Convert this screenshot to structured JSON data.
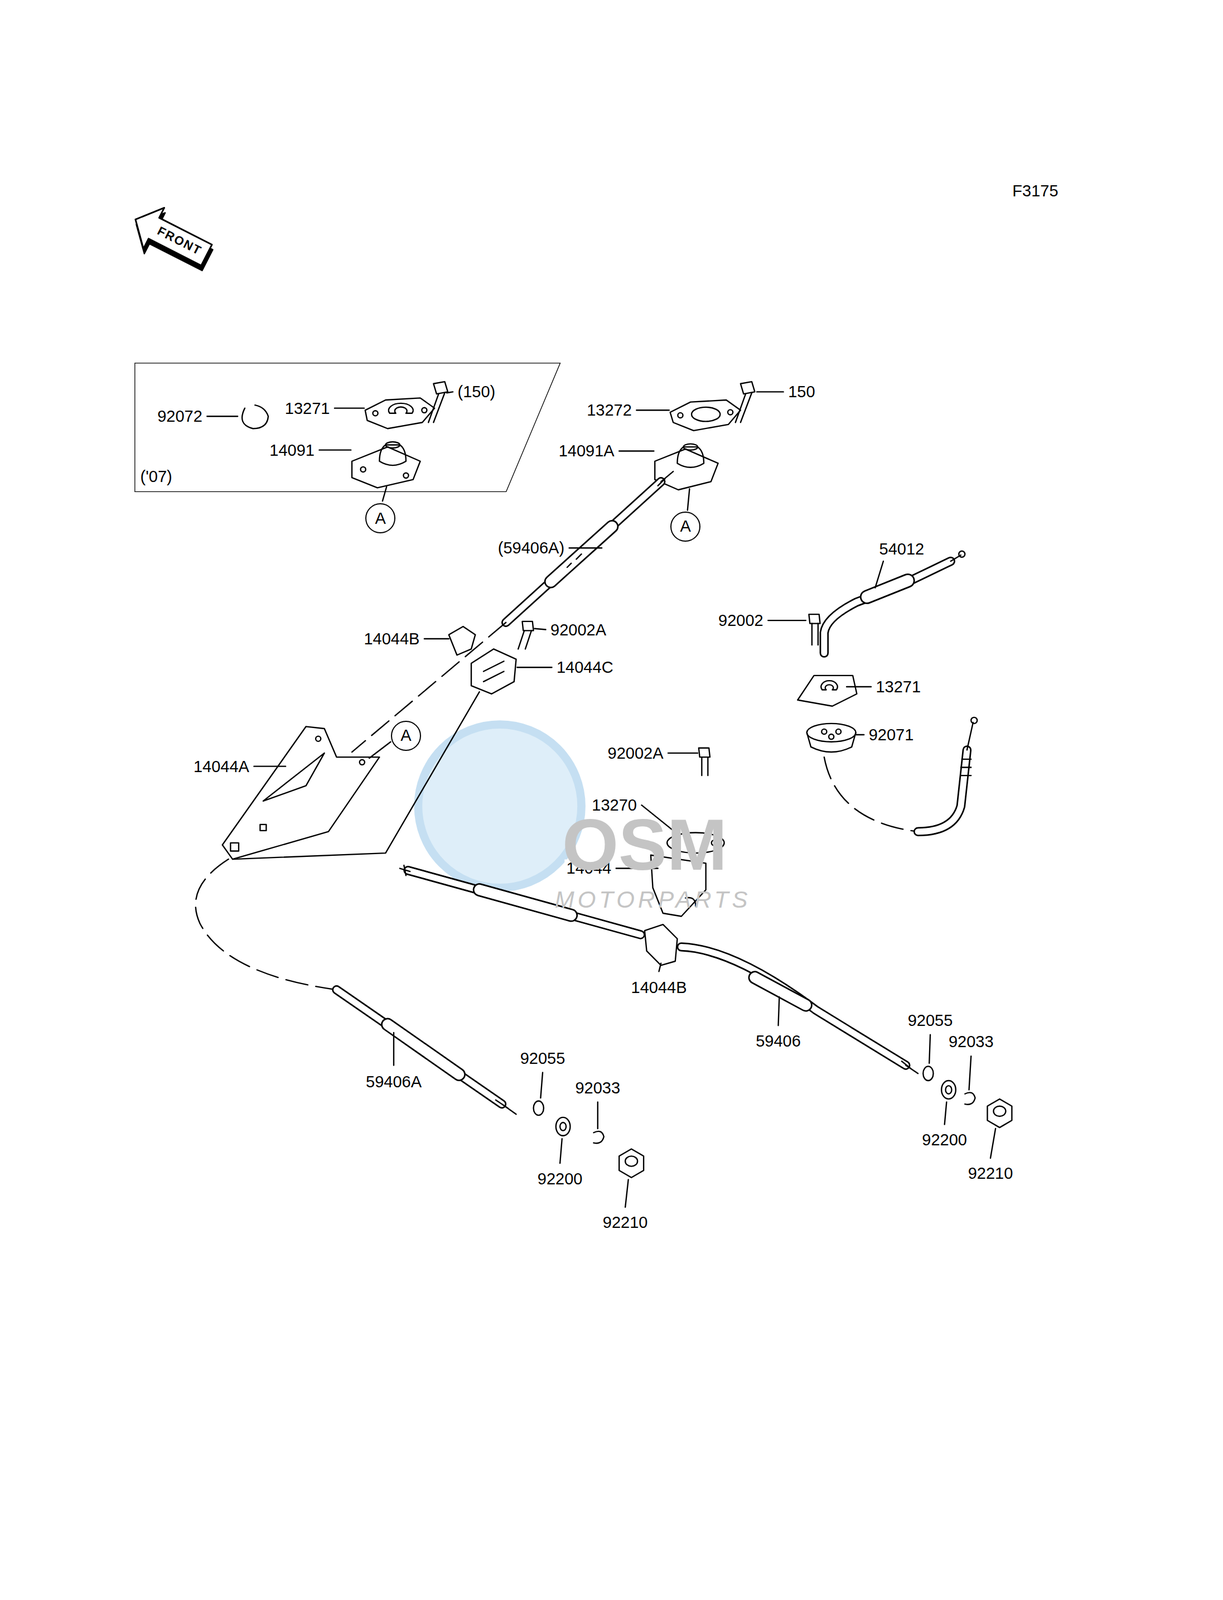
{
  "diagram": {
    "nodes": [
      {
        "text": [
          "('07)"
        ]
      },
      {
        "text": [
          "A"
        ]
      },
      {
        "text": [
          "A"
        ]
      },
      {
        "text": [
          "A"
        ]
      }
    ],
    "labels": [
      "F3175",
      "FRONT",
      "92072",
      "13271",
      "(150)",
      "14091",
      "13272",
      "150",
      "14091A",
      "(59406A)",
      "54012",
      "92002",
      "14044B",
      "92002A",
      "14044C",
      "13271",
      "14044A",
      "92071",
      "92002A",
      "13270",
      "14044",
      "14044B",
      "59406",
      "92055",
      "92033",
      "59406A",
      "92055",
      "92033",
      "92200",
      "92210",
      "92200",
      "92210",
      "OSM",
      "MOTORPARTS"
    ]
  }
}
